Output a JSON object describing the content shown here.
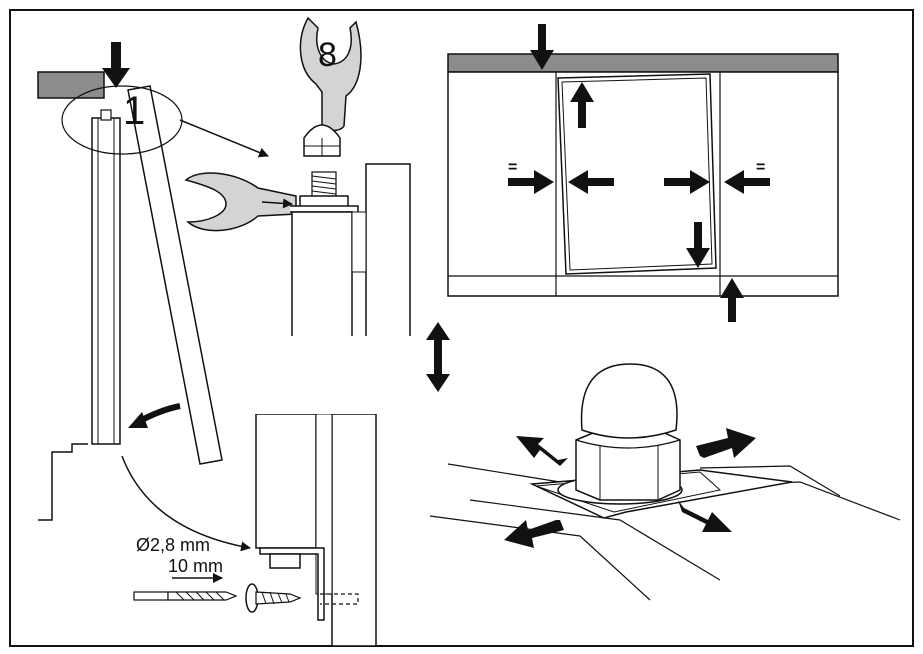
{
  "labels": {
    "wrench_size": "8",
    "step_number": "1",
    "drill_diameter": "Ø2,8 mm",
    "drill_depth": "10 mm",
    "equal_left": "=",
    "equal_right": "="
  },
  "colors": {
    "line": "#111111",
    "panel_fill": "#ffffff",
    "shade_fill": "#8c8c8c",
    "wrench_fill": "#d4d4d4"
  }
}
